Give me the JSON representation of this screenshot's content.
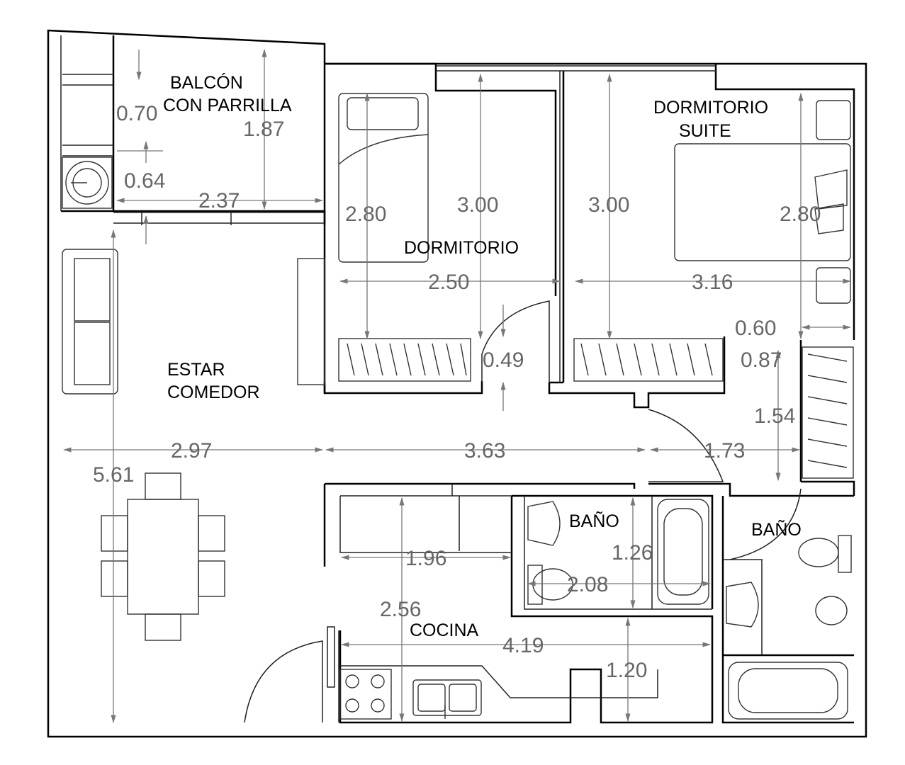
{
  "rooms": {
    "balcon_line1": "BALCÓN",
    "balcon_line2": "CON PARRILLA",
    "dormitorio": "DORMITORIO",
    "suite_line1": "DORMITORIO",
    "suite_line2": "SUITE",
    "estar_line1": "ESTAR",
    "estar_line2": "COMEDOR",
    "bano_1": "BAÑO",
    "bano_2": "BAÑO",
    "cocina": "COCINA"
  },
  "dimensions": {
    "balcon_070": "0.70",
    "balcon_187": "1.87",
    "balcon_064": "0.64",
    "balcon_237": "2.37",
    "dorm_280": "2.80",
    "dorm_300": "3.00",
    "dorm_250": "2.50",
    "suite_300": "3.00",
    "suite_280": "2.80",
    "suite_316": "3.16",
    "suite_060": "0.60",
    "pass_049": "0.49",
    "closet_087": "0.87",
    "closet_154": "1.54",
    "estar_297": "2.97",
    "hall_363": "3.63",
    "hall_173": "1.73",
    "estar_561": "5.61",
    "cocina_196": "1.96",
    "bano_126": "1.26",
    "bano_208": "2.08",
    "cocina_256": "2.56",
    "cocina_419": "4.19",
    "cocina_120": "1.20"
  }
}
